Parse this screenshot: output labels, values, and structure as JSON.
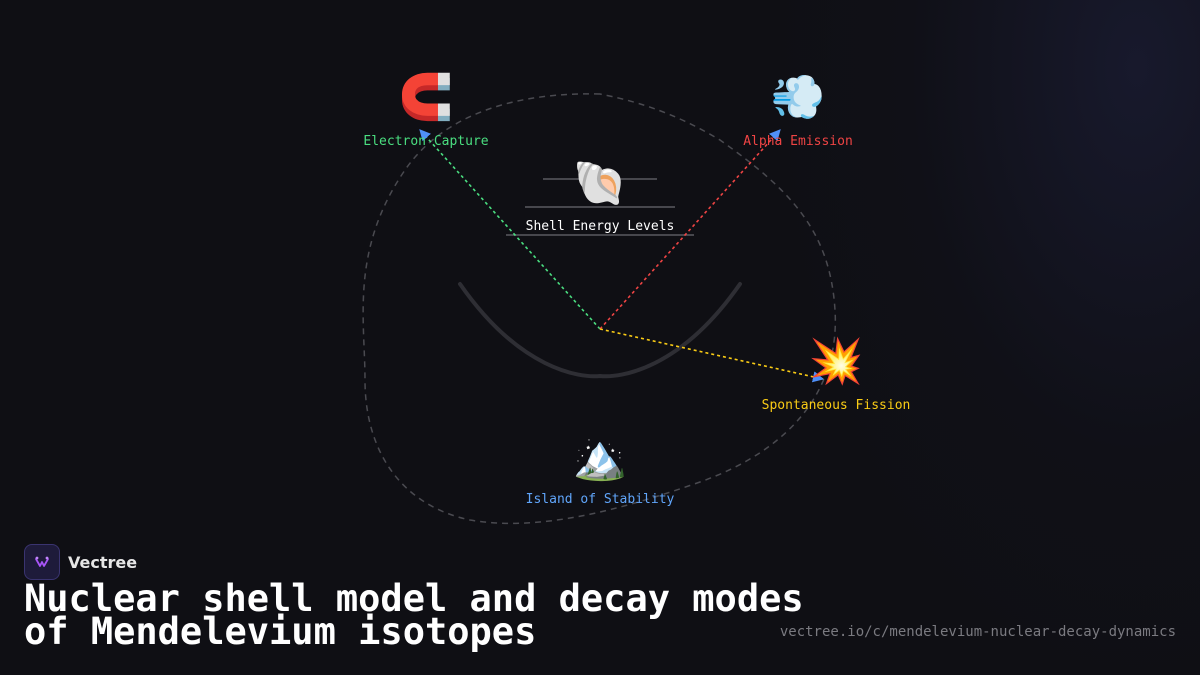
{
  "diagram": {
    "nodes": {
      "electron_capture": {
        "label": "Electron Capture",
        "emoji": "🧲",
        "color": "#4ade80"
      },
      "alpha_emission": {
        "label": "Alpha Emission",
        "emoji": "💨",
        "color": "#ef4444"
      },
      "shell_levels": {
        "label": "Shell Energy Levels",
        "emoji": "🐚",
        "color": "#ffffff"
      },
      "spontaneous_fission": {
        "label": "Spontaneous Fission",
        "emoji": "💥",
        "color": "#facc15"
      },
      "island_of_stability": {
        "label": "Island of Stability",
        "emoji": "🏔️",
        "color": "#60a5fa"
      }
    },
    "arrow_color": "#4f8ff7"
  },
  "footer": {
    "brand": "Vectree",
    "title": "Nuclear shell model and decay modes\nof Mendelevium isotopes",
    "url": "vectree.io/c/mendelevium-nuclear-decay-dynamics"
  }
}
